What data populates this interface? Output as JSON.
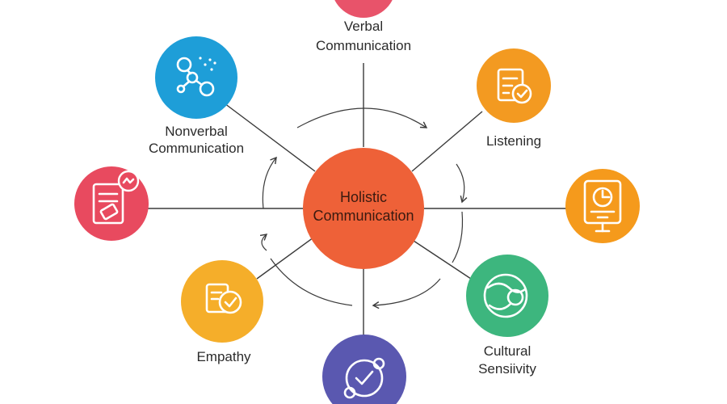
{
  "center": {
    "line1": "Holistic",
    "line2": "Communication",
    "color": "#ee6138"
  },
  "nodes": {
    "verbal": {
      "line1": "Verbal",
      "line2": "Communication",
      "color": "#e8536a",
      "icon": "speech-icon"
    },
    "listening": {
      "line1": "Listening",
      "color": "#f39a21",
      "icon": "checklist-icon"
    },
    "nonverbal": {
      "line1": "Nonverbal",
      "line2": "Communication",
      "color": "#1e9ed8",
      "icon": "network-icon"
    },
    "document": {
      "color": "#e84a5f",
      "icon": "document-icon"
    },
    "presentation": {
      "color": "#f59a1c",
      "icon": "presentation-icon"
    },
    "empathy": {
      "line1": "Empathy",
      "color": "#f5ae2a",
      "icon": "heart-check-icon"
    },
    "cultural": {
      "line1": "Cultural",
      "line2": "Sensiivity",
      "color": "#3db67e",
      "icon": "globe-icon"
    },
    "bottom": {
      "color": "#5a58b0",
      "icon": "target-check-icon"
    }
  }
}
